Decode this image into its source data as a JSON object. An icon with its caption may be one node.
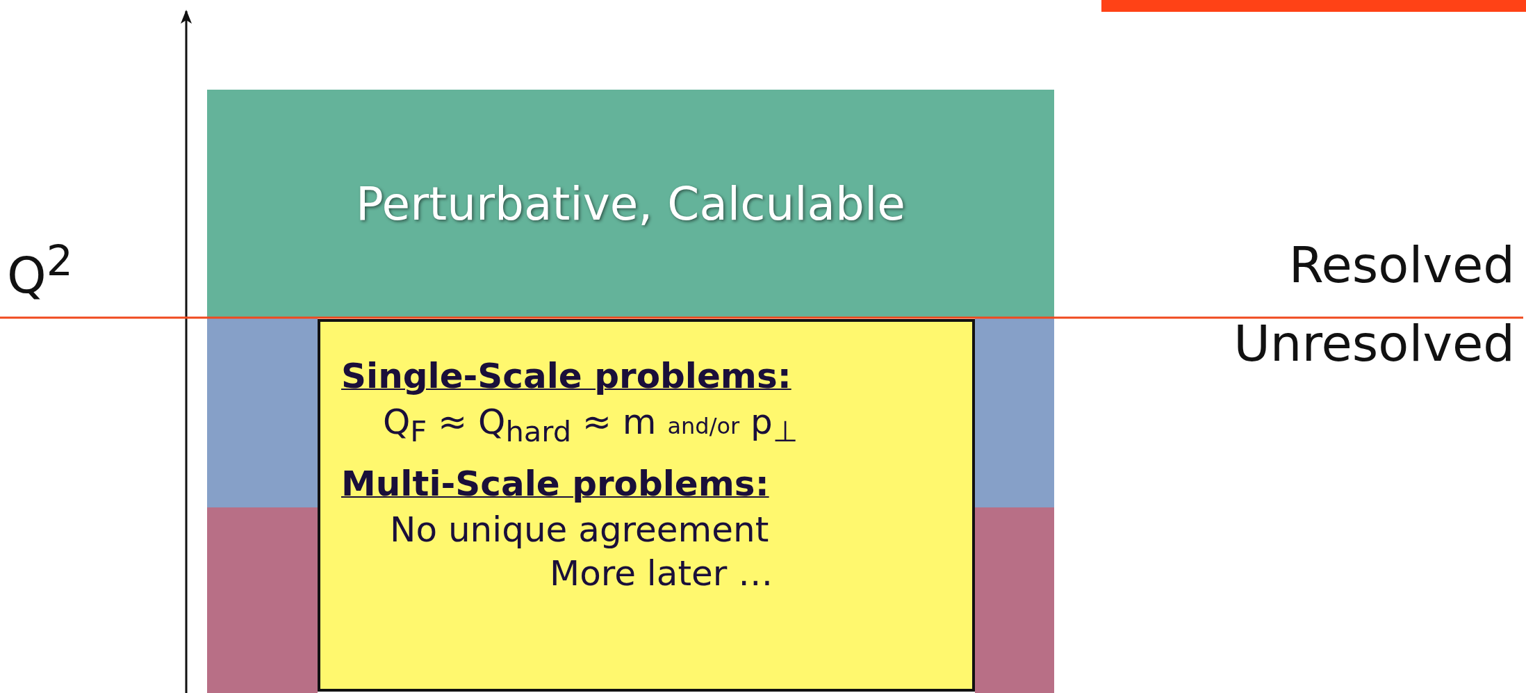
{
  "diagram": {
    "nodes": [
      {
        "text": [
          "Perturbative, Calculable"
        ]
      },
      {
        "text": [],
        "shape": "box"
      },
      {
        "text": [],
        "shape": "box"
      },
      {
        "text": [
          "Single-Scale problems:",
          "Q$_{F}$ ≈ Q$_{hard}$ ≈ m and/or p$_{⊥}$",
          "Multi-Scale problems:",
          "No unique agreement",
          "More later …"
        ]
      }
    ],
    "edges": [],
    "labels": [
      "Q$^{2}$",
      "Resolved",
      "Unresolved"
    ]
  }
}
